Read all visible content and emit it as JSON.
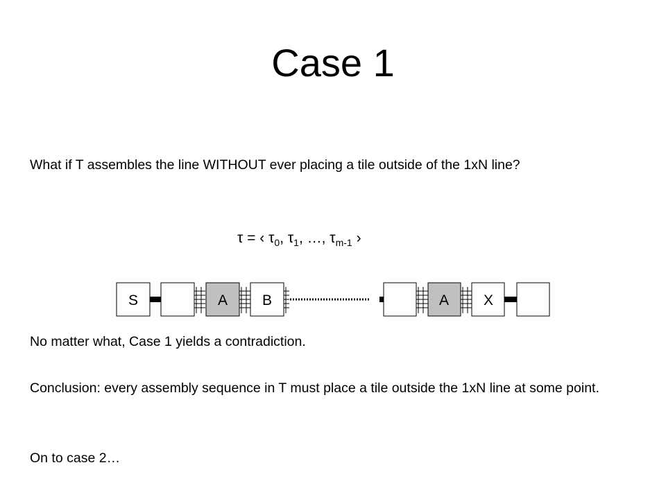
{
  "slide": {
    "title": "Case 1",
    "question": "What if T assembles the line WITHOUT ever placing a tile outside of the 1xN line?",
    "formula": {
      "lhs": "τ",
      "eq": "=",
      "open": "‹",
      "t0": "τ",
      "s0": "0",
      "t1": "τ",
      "s1": "1",
      "ellipsis": "…",
      "tm": "τ",
      "sm": "m-1",
      "close": "›"
    },
    "tiles": [
      "S",
      "",
      "A",
      "B",
      "",
      "A",
      "X",
      ""
    ],
    "result": "No matter what, Case 1 yields a contradiction.",
    "conclusion": "Conclusion: every assembly sequence in T must place a tile outside the 1xN line at some point.",
    "next": "On to case 2…"
  },
  "colors": {
    "highlight_tile": "#c0c0c0",
    "tile": "#ffffff",
    "stroke": "#000000"
  }
}
